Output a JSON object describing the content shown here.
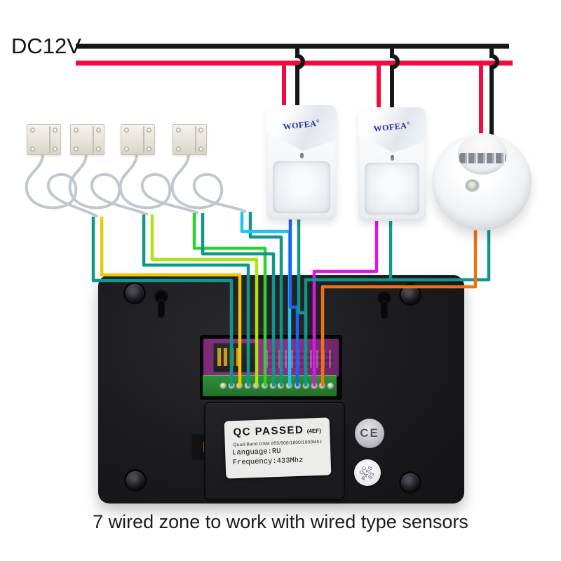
{
  "power": {
    "label": "DC12V"
  },
  "caption": "7 wired zone to work with wired type sensors",
  "colors": {
    "bus_negative": "#161616",
    "bus_positive": "#f30a3e",
    "cable_gray": "#c1c7d1",
    "teal": "#0f978c",
    "yellow": "#eec800",
    "lime": "#abe412",
    "green": "#2dd32d",
    "cyan": "#20c4f4",
    "blue": "#1e63ee",
    "magenta": "#dc17e6",
    "orange": "#ee7413"
  },
  "panel": {
    "sticker": {
      "title": "QC PASSED",
      "title_suffix": "(4EF)",
      "band_info": "Quad-Band GSM 850/900/1800/1900Mhz",
      "language": "Language:RU",
      "frequency": "Frequency:433Mhz"
    },
    "ce_mark": "CE",
    "qc_round_line1": "QC",
    "qc_round_line2": "PASS",
    "qc_round_line3": "03"
  },
  "sensors": {
    "pir_brand": "WOFEA",
    "reg_mark": "®"
  }
}
